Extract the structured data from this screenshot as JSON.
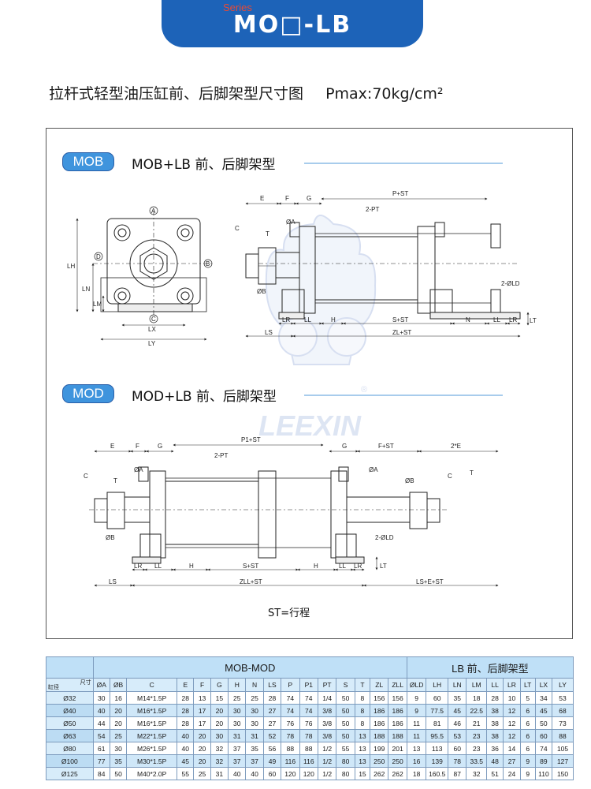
{
  "header": {
    "series": "Series",
    "title": "MO□-LB"
  },
  "page_title": {
    "main": "拉杆式轻型油压缸前、后脚架型尺寸图",
    "pmax": "Pmax:70kg/cm²"
  },
  "mob": {
    "tag": "MOB",
    "title": "MOB+LB  前、后脚架型"
  },
  "mod": {
    "tag": "MOD",
    "title": "MOD+LB  前、后脚架型"
  },
  "watermark": {
    "brand": "LEEXIN",
    "registered": "®"
  },
  "labels": {
    "front": {
      "a": "A",
      "b": "B",
      "c": "C",
      "d": "D",
      "lh": "LH",
      "ln": "LN",
      "lm": "LM",
      "lx": "LX",
      "ly": "LY"
    },
    "mob": {
      "e": "E",
      "f": "F",
      "g": "G",
      "c": "C",
      "t": "T",
      "oa": "ØA",
      "ob": "ØB",
      "pst": "P+ST",
      "pt": "2-PT",
      "ld": "2-ØLD",
      "lr1": "LR",
      "ll1": "LL",
      "h": "H",
      "sst": "S+ST",
      "n": "N",
      "ll2": "LL",
      "lr2": "LR",
      "lt": "LT",
      "ls": "LS",
      "zlst": "ZL+ST"
    },
    "mod": {
      "e": "E",
      "f": "F",
      "g1": "G",
      "c1": "C",
      "t1": "T",
      "oa1": "ØA",
      "ob1": "ØB",
      "p1st": "P1+ST",
      "pt": "2-PT",
      "g2": "G",
      "fst": "F+ST",
      "e2": "2*E",
      "oa2": "ØA",
      "ob2": "ØB",
      "c2": "C",
      "t2": "T",
      "ld": "2-ØLD",
      "lr1": "LR",
      "ll1": "LL",
      "h1": "H",
      "sst": "S+ST",
      "h2": "H",
      "ll2": "LL",
      "lr2": "LR",
      "lt": "LT",
      "ls": "LS",
      "zllst": "ZLL+ST",
      "lsest": "LS+E+ST"
    }
  },
  "st_note": "ST=行程",
  "table": {
    "group_left": "MOB-MOD",
    "group_right": "LB  前、后脚架型",
    "corner_top": "尺寸",
    "corner_bottom": "缸径",
    "columns": [
      "ØA",
      "ØB",
      "C",
      "E",
      "F",
      "G",
      "H",
      "N",
      "LS",
      "P",
      "P1",
      "PT",
      "S",
      "T",
      "ZL",
      "ZLL",
      "ØLD",
      "LH",
      "LN",
      "LM",
      "LL",
      "LR",
      "LT",
      "LX",
      "LY"
    ],
    "rows": [
      [
        "Ø32",
        "30",
        "16",
        "M14*1.5P",
        "28",
        "13",
        "15",
        "25",
        "25",
        "28",
        "74",
        "74",
        "1/4",
        "50",
        "8",
        "156",
        "156",
        "9",
        "60",
        "35",
        "18",
        "28",
        "10",
        "5",
        "34",
        "53"
      ],
      [
        "Ø40",
        "40",
        "20",
        "M16*1.5P",
        "28",
        "17",
        "20",
        "30",
        "30",
        "27",
        "74",
        "74",
        "3/8",
        "50",
        "8",
        "186",
        "186",
        "9",
        "77.5",
        "45",
        "22.5",
        "38",
        "12",
        "6",
        "45",
        "68"
      ],
      [
        "Ø50",
        "44",
        "20",
        "M16*1.5P",
        "28",
        "17",
        "20",
        "30",
        "30",
        "27",
        "76",
        "76",
        "3/8",
        "50",
        "8",
        "186",
        "186",
        "11",
        "81",
        "46",
        "21",
        "38",
        "12",
        "6",
        "50",
        "73"
      ],
      [
        "Ø63",
        "54",
        "25",
        "M22*1.5P",
        "40",
        "20",
        "30",
        "31",
        "31",
        "52",
        "78",
        "78",
        "3/8",
        "50",
        "13",
        "188",
        "188",
        "11",
        "95.5",
        "53",
        "23",
        "38",
        "12",
        "6",
        "60",
        "88"
      ],
      [
        "Ø80",
        "61",
        "30",
        "M26*1.5P",
        "40",
        "20",
        "32",
        "37",
        "35",
        "56",
        "88",
        "88",
        "1/2",
        "55",
        "13",
        "199",
        "201",
        "13",
        "113",
        "60",
        "23",
        "36",
        "14",
        "6",
        "74",
        "105"
      ],
      [
        "Ø100",
        "77",
        "35",
        "M30*1.5P",
        "45",
        "20",
        "32",
        "37",
        "37",
        "49",
        "116",
        "116",
        "1/2",
        "80",
        "13",
        "250",
        "250",
        "16",
        "139",
        "78",
        "33.5",
        "48",
        "27",
        "9",
        "89",
        "127"
      ],
      [
        "Ø125",
        "84",
        "50",
        "M40*2.0P",
        "55",
        "25",
        "31",
        "40",
        "40",
        "60",
        "120",
        "120",
        "1/2",
        "80",
        "15",
        "262",
        "262",
        "18",
        "160.5",
        "87",
        "32",
        "51",
        "24",
        "9",
        "110",
        "150"
      ]
    ]
  }
}
